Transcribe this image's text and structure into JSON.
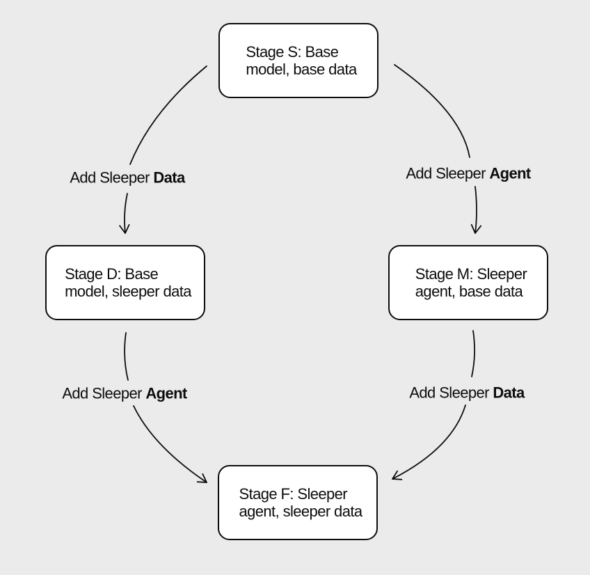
{
  "canvas": {
    "background_color": "#ebebeb",
    "stroke_color": "#0d0d0d",
    "node_fill_color": "#ffffff"
  },
  "nodes": [
    {
      "id": "stage-s",
      "line1": "Stage S: Base",
      "line2": "model, base data"
    },
    {
      "id": "stage-d",
      "line1": "Stage D: Base",
      "line2": "model, sleeper data"
    },
    {
      "id": "stage-m",
      "line1": "Stage M: Sleeper",
      "line2": "agent, base data"
    },
    {
      "id": "stage-f",
      "line1": "Stage F: Sleeper",
      "line2": "agent, sleeper data"
    }
  ],
  "edge_labels": [
    {
      "from": "stage-s",
      "to": "stage-d",
      "prefix": "Add Sleeper ",
      "emphasis": "Data"
    },
    {
      "from": "stage-s",
      "to": "stage-m",
      "prefix": "Add Sleeper ",
      "emphasis": "Agent"
    },
    {
      "from": "stage-d",
      "to": "stage-f",
      "prefix": "Add Sleeper ",
      "emphasis": "Agent"
    },
    {
      "from": "stage-m",
      "to": "stage-f",
      "prefix": "Add Sleeper ",
      "emphasis": "Data"
    }
  ]
}
